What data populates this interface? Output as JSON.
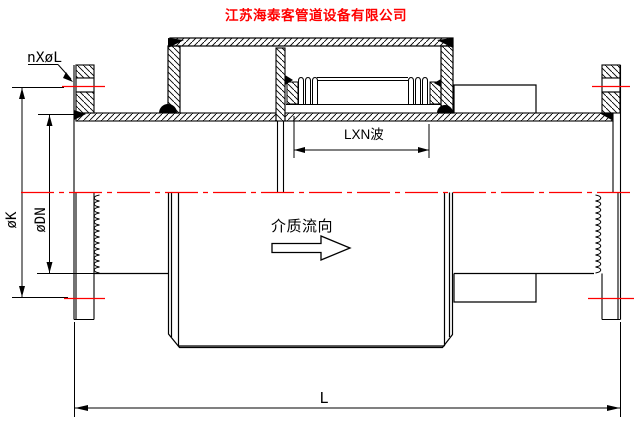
{
  "header": {
    "company_title": "江苏海泰客管道设备有限公司"
  },
  "annotations": {
    "bolt_hole_label": "nXøL",
    "bolt_circle_label": "øK",
    "nominal_diameter_label": "øDN",
    "bellows_wave_label": "LXN波",
    "flow_direction_label": "介质流向",
    "overall_length_label": "L"
  },
  "colors": {
    "accent_red": "#ff0000",
    "line_black": "#000000",
    "background": "#ffffff"
  }
}
